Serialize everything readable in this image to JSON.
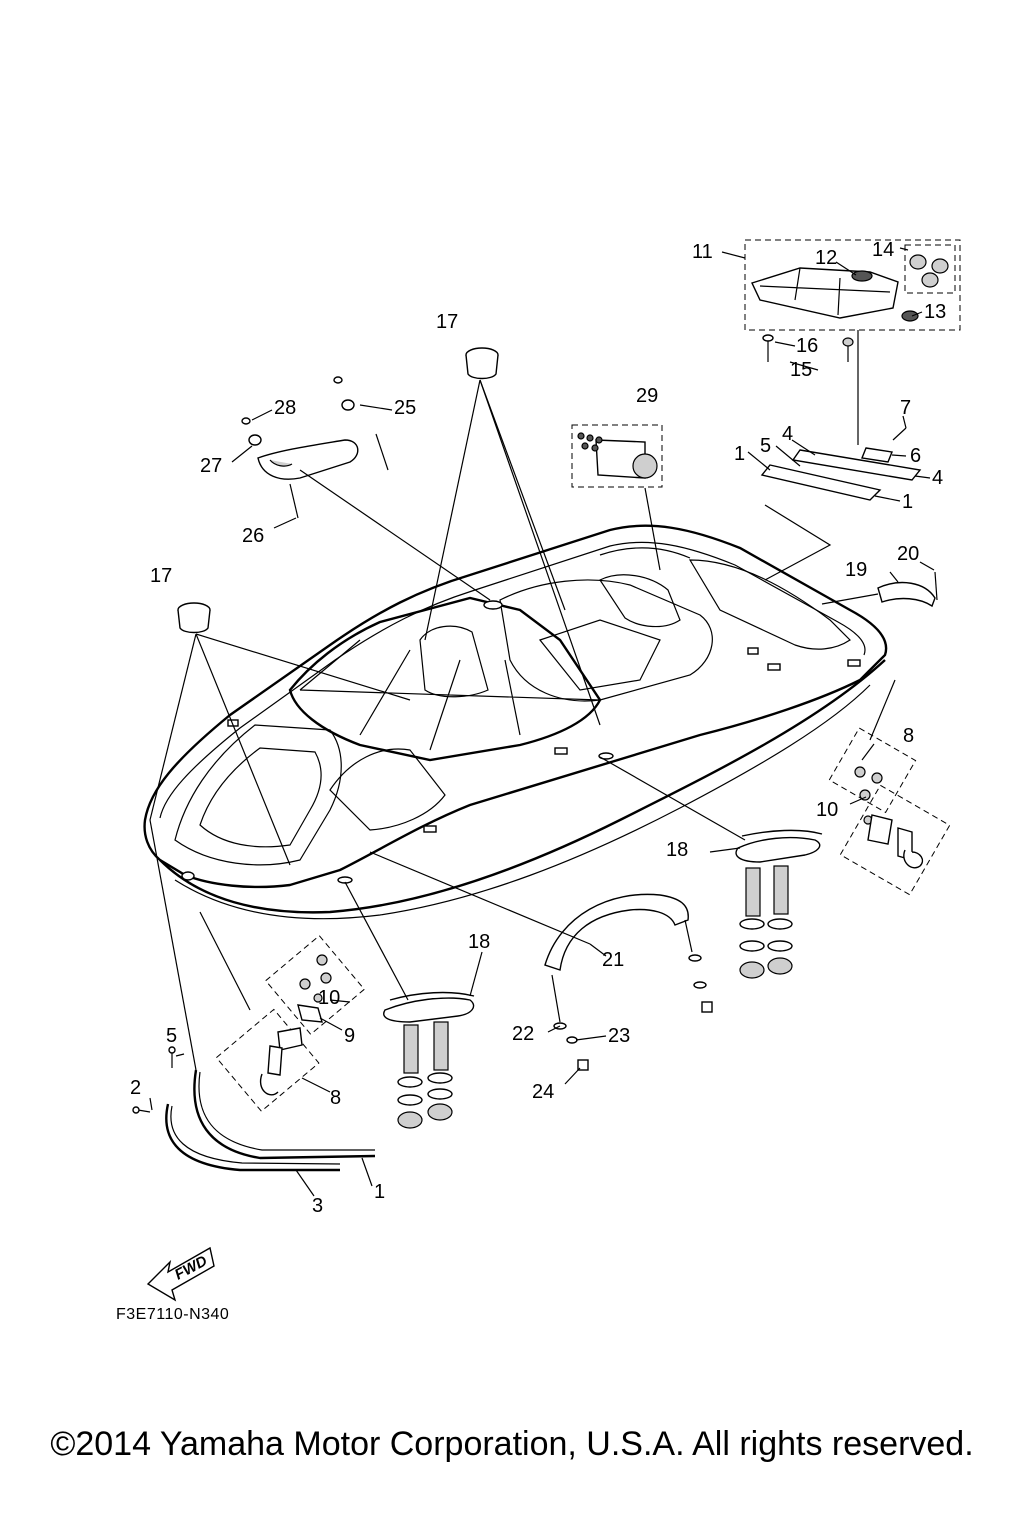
{
  "callouts": {
    "c1a": "1",
    "c1b": "1",
    "c1c": "1",
    "c2": "2",
    "c3": "3",
    "c4a": "4",
    "c4b": "4",
    "c5a": "5",
    "c5b": "5",
    "c6": "6",
    "c7": "7",
    "c8a": "8",
    "c8b": "8",
    "c9": "9",
    "c10a": "10",
    "c10b": "10",
    "c11": "11",
    "c12": "12",
    "c13": "13",
    "c14": "14",
    "c15": "15",
    "c16": "16",
    "c17a": "17",
    "c17b": "17",
    "c18a": "18",
    "c18b": "18",
    "c19": "19",
    "c20": "20",
    "c21": "21",
    "c22": "22",
    "c23": "23",
    "c24": "24",
    "c25": "25",
    "c26": "26",
    "c27": "27",
    "c28": "28",
    "c29": "29"
  },
  "fwd_label": "FWD",
  "diagram_code": "F3E7110-N340",
  "copyright": "©2014 Yamaha Motor Corporation, U.S.A. All rights reserved."
}
